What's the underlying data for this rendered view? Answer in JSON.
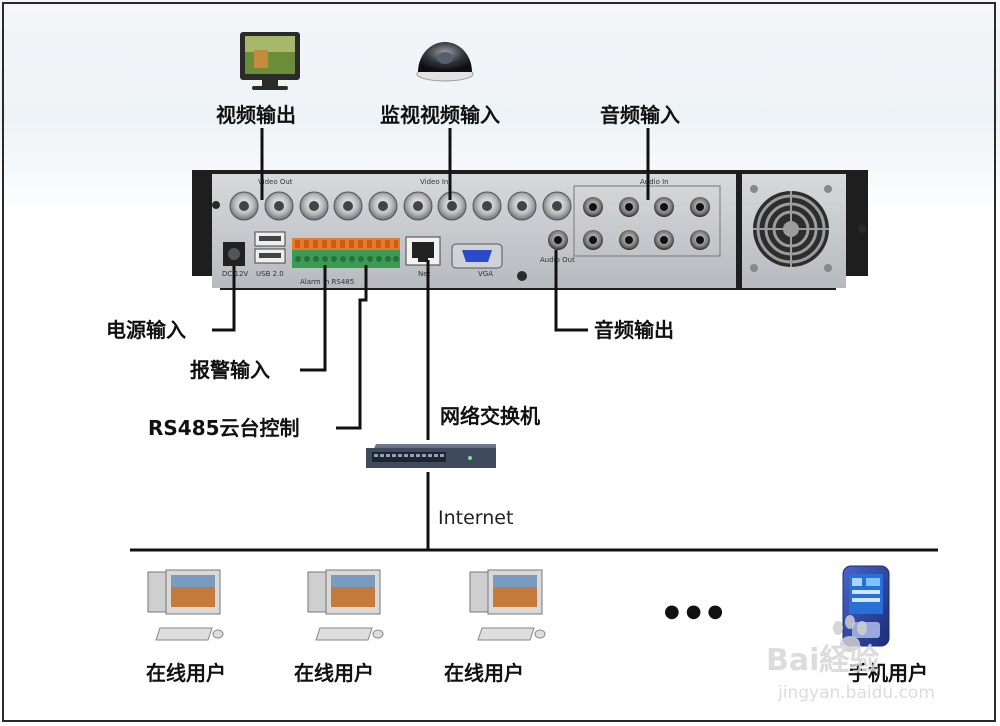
{
  "labels": {
    "video_out": "视频输出",
    "monitor_video_in": "监视视频输入",
    "audio_in": "音频输入",
    "power_in": "电源输入",
    "alarm_in": "报警输入",
    "rs485_ptz": "RS485云台控制",
    "audio_out": "音频输出",
    "network_switch": "网络交换机",
    "internet": "Internet",
    "online_user": "在线用户",
    "mobile_user": "手机用户",
    "ellipsis": "●●●"
  },
  "panel": {
    "video_out": "Video Out",
    "video_in": "Video In",
    "audio_in": "Audio In",
    "audio_out": "Audio Out",
    "vga": "VGA",
    "net": "Net",
    "usb": "USB 2.0",
    "dc": "DC 12V",
    "ports": "Alarm In  RS485"
  },
  "watermark": {
    "brand": "Bai経验",
    "url": "jingyan.baidu.com"
  },
  "colors": {
    "dvr_body": "#1e1e1e",
    "dvr_panel": "#c9ccd0",
    "terminal": "#e87a2c",
    "terminal_green": "#3a9b55",
    "switch": "#3f4a5c",
    "line": "#111111"
  }
}
